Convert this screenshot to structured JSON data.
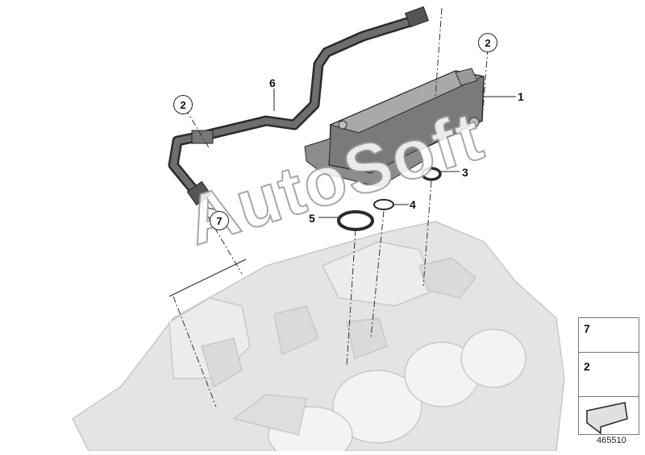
{
  "callouts": {
    "c1": "1",
    "c2a": "2",
    "c2b": "2",
    "c3": "3",
    "c4": "4",
    "c5": "5",
    "c6": "6",
    "c7": "7"
  },
  "legend": {
    "item_clip": "7",
    "item_bolt": "2"
  },
  "diagram_id": "465510",
  "watermark": "AutoSoft",
  "colors": {
    "line": "#222222",
    "ghost_engine": "#d6d6d6",
    "cooler": "#7d7d7d",
    "hose": "#4a4a4a"
  }
}
